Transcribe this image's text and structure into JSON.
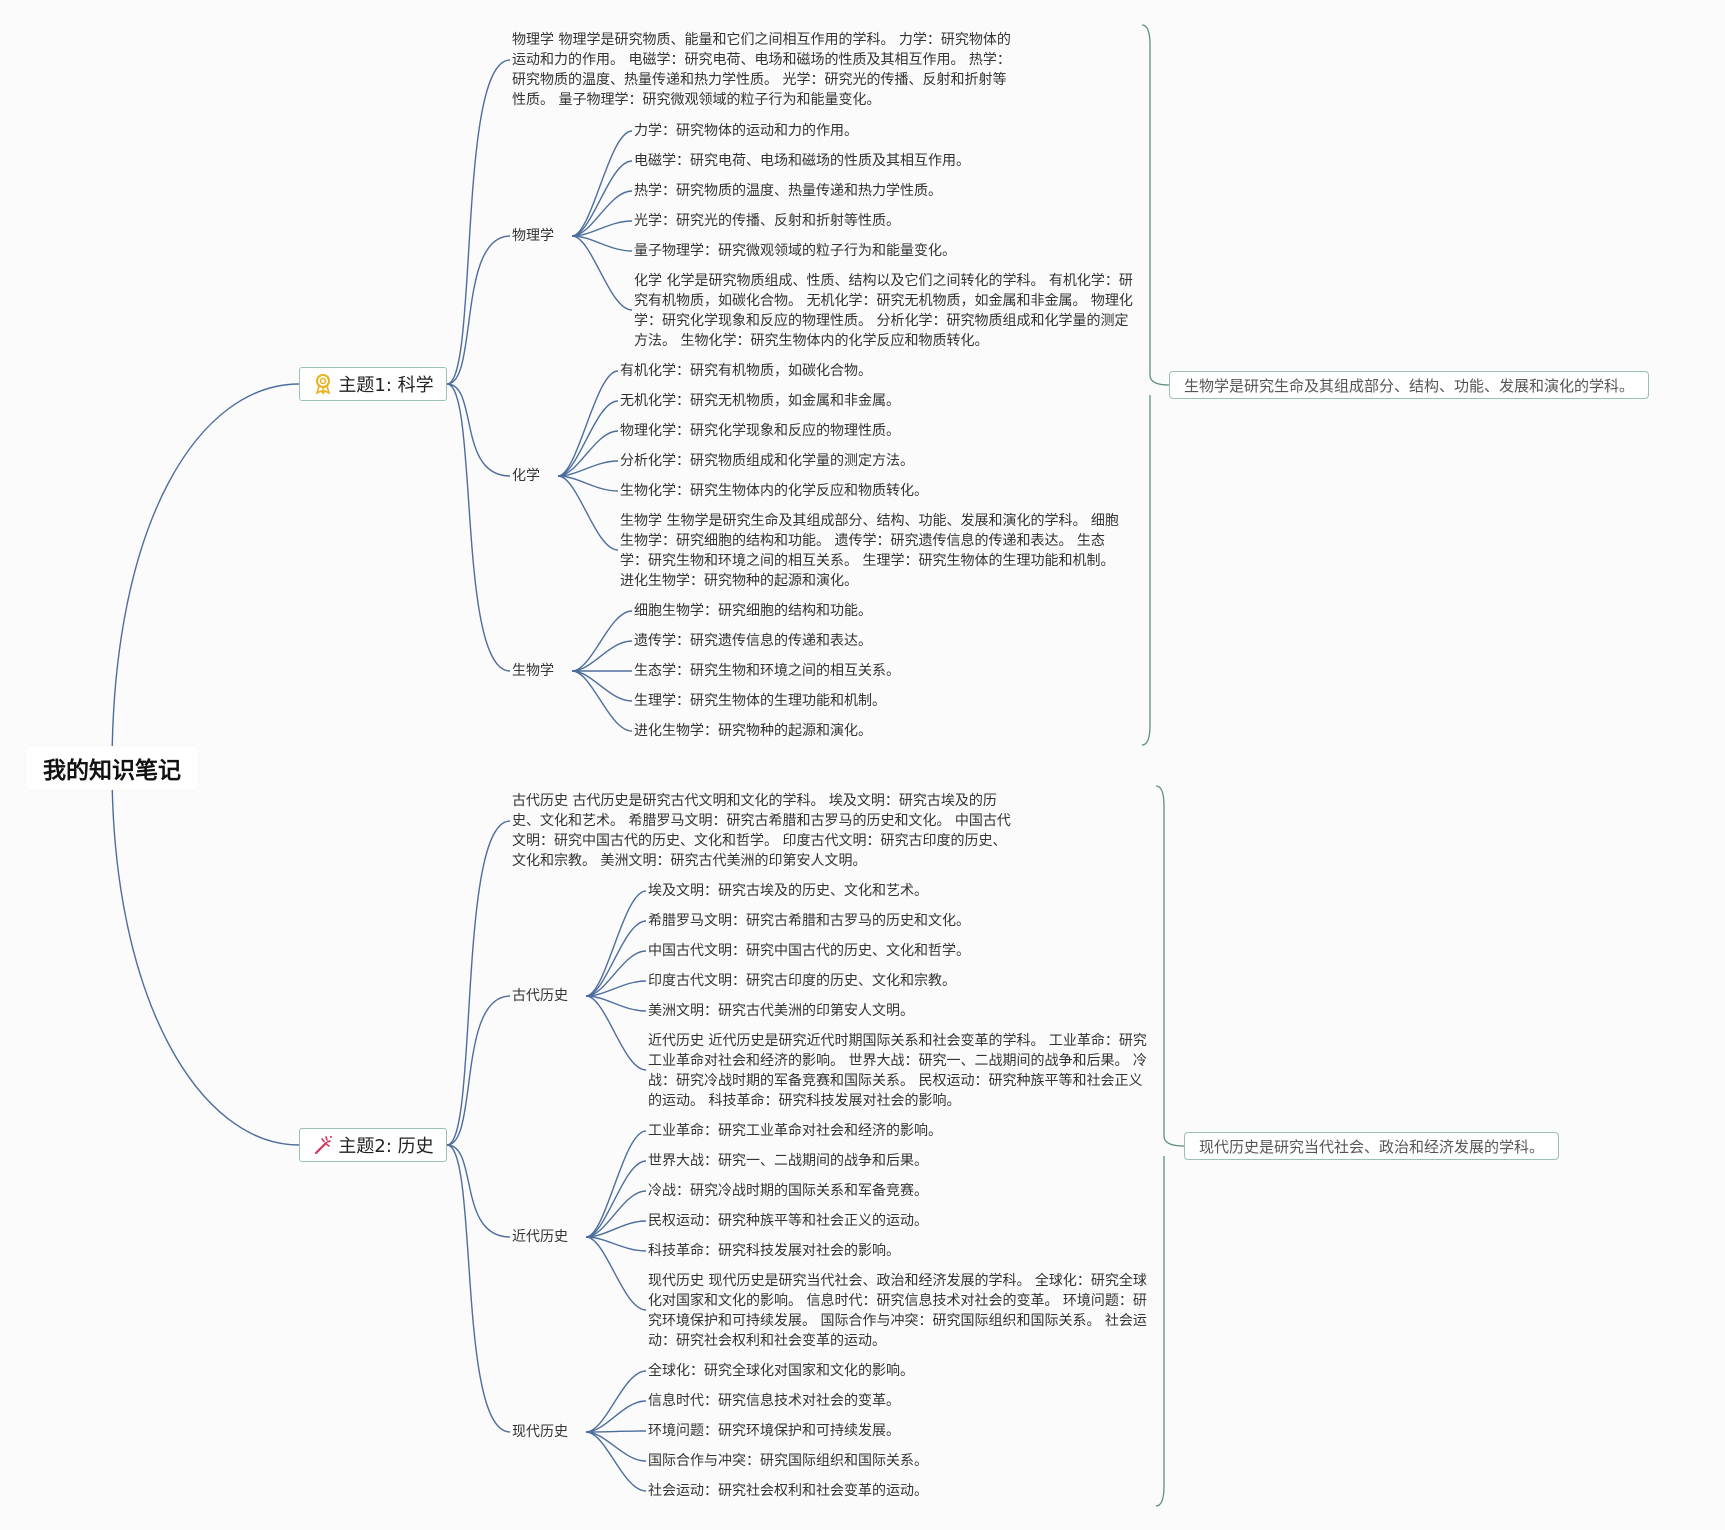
{
  "root": "我的知识笔记",
  "topics": [
    {
      "label": "主题1: 科学",
      "summary": "生物学是研究生命及其组成部分、结构、功能、发展和演化的学科。",
      "intro": "物理学 物理学是研究物质、能量和它们之间相互作用的学科。 力学：研究物体的运动和力的作用。 电磁学：研究电荷、电场和磁场的性质及其相互作用。 热学：研究物质的温度、热量传递和热力学性质。 光学：研究光的传播、反射和折射等性质。 量子物理学：研究微观领域的粒子行为和能量变化。",
      "subs": [
        {
          "label": "物理学",
          "items": [
            "力学：研究物体的运动和力的作用。",
            "电磁学：研究电荷、电场和磁场的性质及其相互作用。",
            "热学：研究物质的温度、热量传递和热力学性质。",
            "光学：研究光的传播、反射和折射等性质。",
            "量子物理学：研究微观领域的粒子行为和能量变化。",
            "化学 化学是研究物质组成、性质、结构以及它们之间转化的学科。 有机化学：研究有机物质，如碳化合物。 无机化学：研究无机物质，如金属和非金属。 物理化学：研究化学现象和反应的物理性质。 分析化学：研究物质组成和化学量的测定方法。 生物化学：研究生物体内的化学反应和物质转化。"
          ]
        },
        {
          "label": "化学",
          "items": [
            "有机化学：研究有机物质，如碳化合物。",
            "无机化学：研究无机物质，如金属和非金属。",
            "物理化学：研究化学现象和反应的物理性质。",
            "分析化学：研究物质组成和化学量的测定方法。",
            "生物化学：研究生物体内的化学反应和物质转化。",
            "生物学 生物学是研究生命及其组成部分、结构、功能、发展和演化的学科。 细胞生物学：研究细胞的结构和功能。 遗传学：研究遗传信息的传递和表达。 生态学：研究生物和环境之间的相互关系。 生理学：研究生物体的生理功能和机制。 进化生物学：研究物种的起源和演化。"
          ]
        },
        {
          "label": "生物学",
          "items": [
            "细胞生物学：研究细胞的结构和功能。",
            "遗传学：研究遗传信息的传递和表达。",
            "生态学：研究生物和环境之间的相互关系。",
            "生理学：研究生物体的生理功能和机制。",
            "进化生物学：研究物种的起源和演化。"
          ]
        }
      ]
    },
    {
      "label": "主题2: 历史",
      "summary": "现代历史是研究当代社会、政治和经济发展的学科。",
      "intro": "古代历史 古代历史是研究古代文明和文化的学科。 埃及文明：研究古埃及的历史、文化和艺术。 希腊罗马文明：研究古希腊和古罗马的历史和文化。 中国古代文明：研究中国古代的历史、文化和哲学。 印度古代文明：研究古印度的历史、文化和宗教。 美洲文明：研究古代美洲的印第安人文明。",
      "subs": [
        {
          "label": "古代历史",
          "items": [
            "埃及文明：研究古埃及的历史、文化和艺术。",
            "希腊罗马文明：研究古希腊和古罗马的历史和文化。",
            "中国古代文明：研究中国古代的历史、文化和哲学。",
            "印度古代文明：研究古印度的历史、文化和宗教。",
            "美洲文明：研究古代美洲的印第安人文明。",
            "近代历史 近代历史是研究近代时期国际关系和社会变革的学科。 工业革命：研究工业革命对社会和经济的影响。 世界大战：研究一、二战期间的战争和后果。 冷战：研究冷战时期的军备竞赛和国际关系。 民权运动：研究种族平等和社会正义的运动。 科技革命：研究科技发展对社会的影响。"
          ]
        },
        {
          "label": "近代历史",
          "items": [
            "工业革命：研究工业革命对社会和经济的影响。",
            "世界大战：研究一、二战期间的战争和后果。",
            "冷战：研究冷战时期的国际关系和军备竞赛。",
            "民权运动：研究种族平等和社会正义的运动。",
            "科技革命：研究科技发展对社会的影响。",
            "现代历史 现代历史是研究当代社会、政治和经济发展的学科。 全球化：研究全球化对国家和文化的影响。 信息时代：研究信息技术对社会的变革。 环境问题：研究环境保护和可持续发展。 国际合作与冲突：研究国际组织和国际关系。 社会运动：研究社会权利和社会变革的运动。"
          ]
        },
        {
          "label": "现代历史",
          "items": [
            "全球化：研究全球化对国家和文化的影响。",
            "信息时代：研究信息技术对社会的变革。",
            "环境问题：研究环境保护和可持续发展。",
            "国际合作与冲突：研究国际组织和国际关系。",
            "社会运动：研究社会权利和社会变革的运动。"
          ]
        }
      ]
    }
  ]
}
